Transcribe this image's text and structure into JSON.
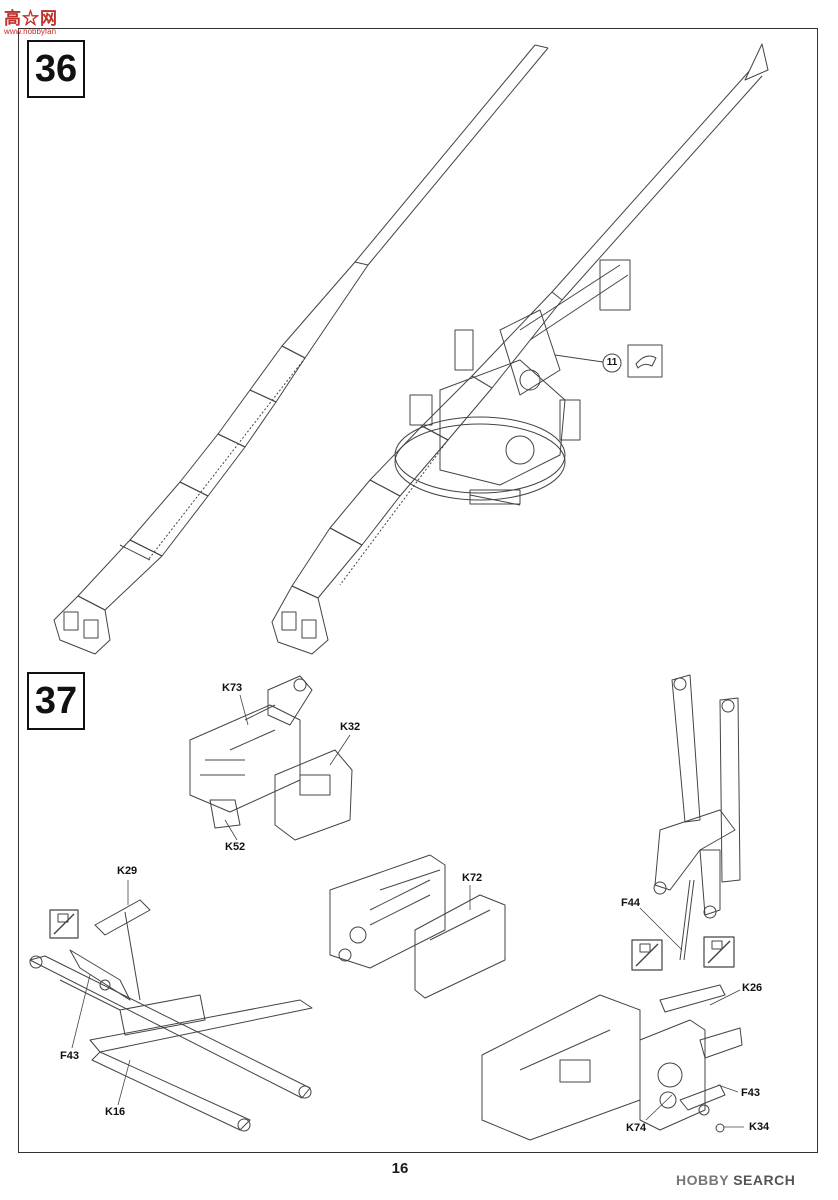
{
  "watermark_top": {
    "logo_text": "高☆网",
    "url": "www.hobbyfan"
  },
  "watermark_bottom": {
    "brand": "HOBBY",
    "suffix": "SEARCH"
  },
  "page_number": "16",
  "steps": [
    {
      "number": "36",
      "callout": "11"
    },
    {
      "number": "37"
    }
  ],
  "labels": {
    "k73": "K73",
    "k32": "K32",
    "k52": "K52",
    "k29": "K29",
    "f43_left": "F43",
    "k16": "K16",
    "k72": "K72",
    "f44": "F44",
    "k26": "K26",
    "f43_right": "F43",
    "k74": "K74",
    "k34": "K34"
  }
}
